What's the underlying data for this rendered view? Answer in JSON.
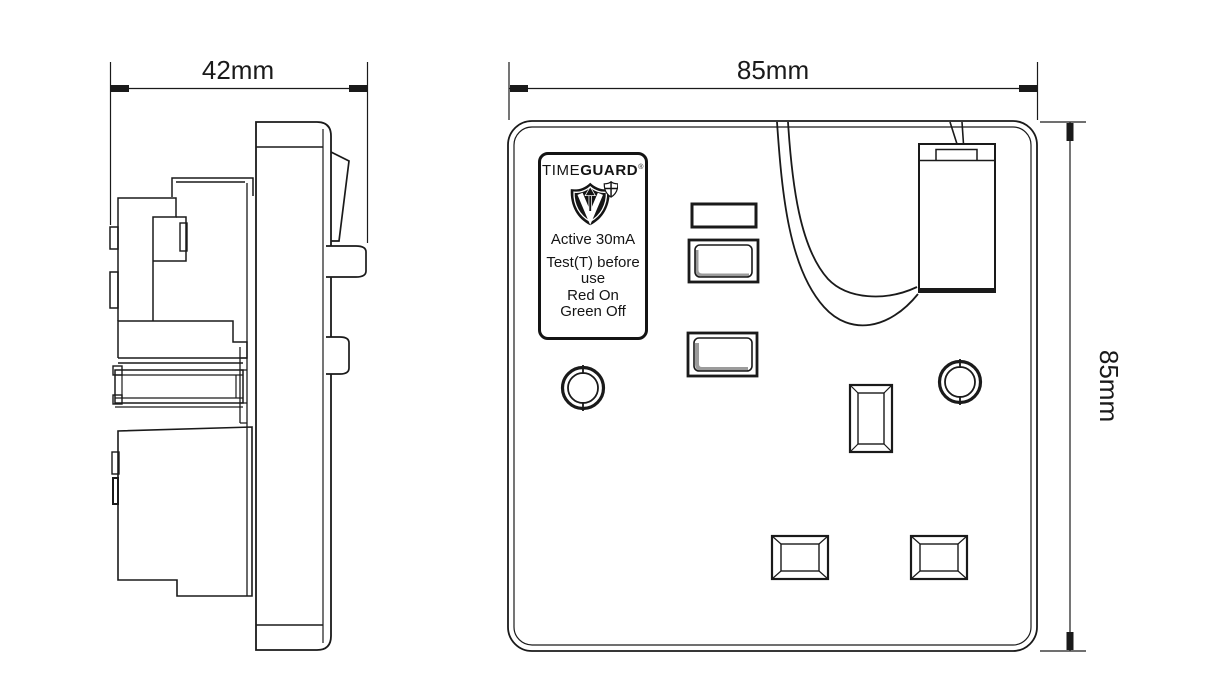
{
  "drawing": {
    "dimensions": {
      "side_depth": "42mm",
      "front_width": "85mm",
      "front_height": "85mm"
    },
    "label": {
      "brand_prefix": "TIME",
      "brand_suffix": "GUARD",
      "brand_mark": "®",
      "lines": [
        "Active 30mA",
        "Test(T) before",
        "use",
        "Red On",
        "Green Off"
      ]
    },
    "colors": {
      "line": "#1a1a1a",
      "background": "#ffffff",
      "shade": "#9b9b9b"
    }
  }
}
